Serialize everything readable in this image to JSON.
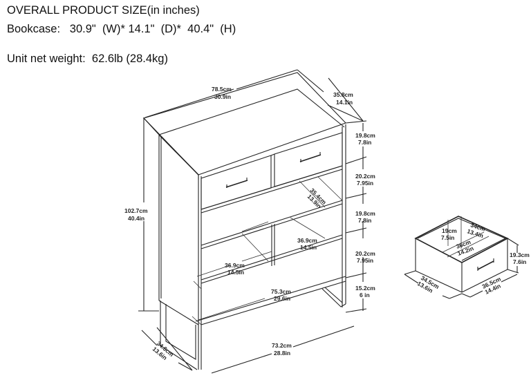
{
  "header": {
    "title": "OVERALL PRODUCT SIZE(in inches)",
    "size_line": "Bookcase:   30.9\"  (W)* 14.1\"  (D)*  40.4\"  (H)",
    "weight_line": "Unit net weight:  62.6lb (28.4kg)"
  },
  "bookcase": {
    "width_cm": "78.5cm",
    "width_in": "30.9in",
    "depth_cm": "35.8cm",
    "depth_in": "14.1in",
    "height_cm": "102.7cm",
    "height_in": "40.4in",
    "inner_depth_cm": "35.4cm",
    "inner_depth_in": "13.9in",
    "cubby_right_cm": "36.9cm",
    "cubby_right_in": "14.5in",
    "cubby_left_cm": "36.9cm",
    "cubby_left_in": "14.5in",
    "bottom_shelf_cm": "75.3cm",
    "bottom_shelf_in": "29.6in",
    "base_width_cm": "73.2cm",
    "base_width_in": "28.8in",
    "base_depth_cm": "34.6cm",
    "base_depth_in": "13.6in",
    "section_heights": [
      {
        "cm": "19.8cm",
        "in": "7.8in"
      },
      {
        "cm": "20.2cm",
        "in": "7.95in"
      },
      {
        "cm": "19.8cm",
        "in": "7.8in"
      },
      {
        "cm": "20.2cm",
        "in": "7.95in"
      },
      {
        "cm": "15.2cm",
        "in": "6 in"
      }
    ]
  },
  "drawer": {
    "inner_height_cm": "19cm",
    "inner_height_in": "7.5in",
    "inner_width_cm": "34cm",
    "inner_width_in": "13.4in",
    "inner_depth_cm": "36cm",
    "inner_depth_in": "14.2in",
    "outer_height_cm": "19.3cm",
    "outer_height_in": "7.6in",
    "outer_width_cm": "34.5cm",
    "outer_width_in": "13.6in",
    "outer_depth_cm": "36.5cm",
    "outer_depth_in": "14.4in"
  }
}
